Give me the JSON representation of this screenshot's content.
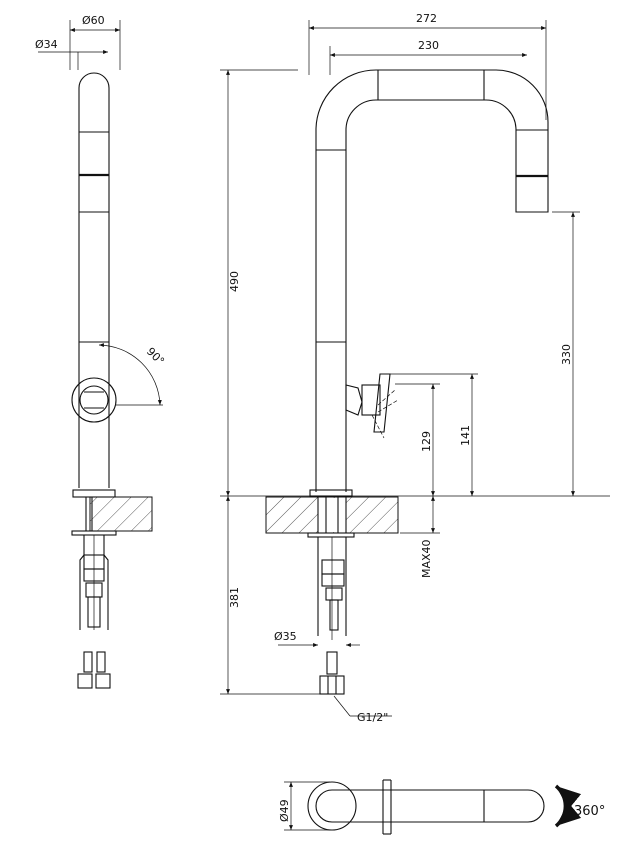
{
  "dimensions": {
    "side_diameter_top": "Ø60",
    "side_diameter_body": "Ø34",
    "rotation_angle": "90°",
    "overall_width": "272",
    "spout_reach": "230",
    "total_height": "490",
    "spout_height": "330",
    "handle_height_a": "129",
    "handle_height_b": "141",
    "max_deck": "MAX40",
    "below_deck": "381",
    "hole_diameter": "Ø35",
    "connection_thread": "G1/2\"",
    "base_diameter": "Ø49",
    "swivel_angle": "360°"
  }
}
